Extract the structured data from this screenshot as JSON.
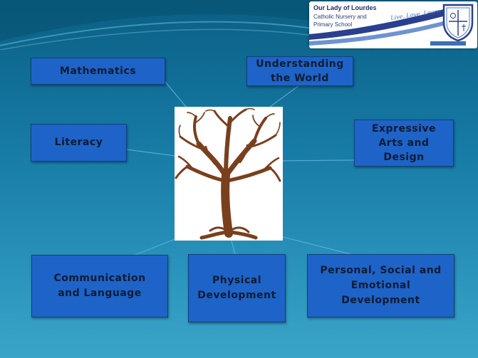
{
  "logo": {
    "line1": "Our Lady of Lourdes",
    "line2": "Catholic Nursery and",
    "line3": "Primary School",
    "tagline": "Live, Love, Learn"
  },
  "areas": {
    "mathematics": "Mathematics",
    "understanding": "Understanding\nthe World",
    "literacy": "Literacy",
    "expressive": "Expressive\nArts and\nDesign",
    "communication": "Communication\nand Language",
    "physical": "Physical\nDevelopment",
    "personal": "Personal, Social and\nEmotional\nDevelopment"
  },
  "colors": {
    "box_fill": "#1e63c7",
    "box_border": "#123f7e",
    "tree_trunk": "#7a3f1d",
    "background_top": "#0a5f84",
    "background_bottom": "#3aa4c8"
  }
}
